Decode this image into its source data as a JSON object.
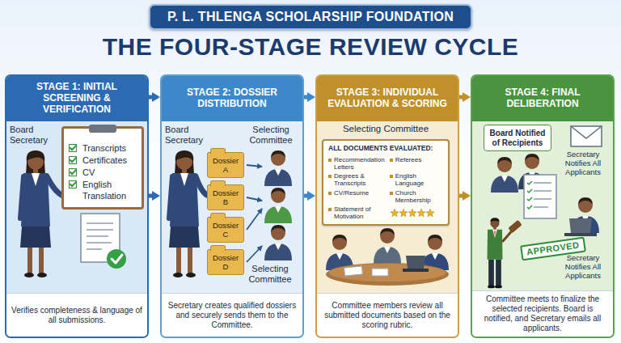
{
  "diagram": {
    "title": "THE FOUR-STAGE REVIEW CYCLE",
    "nodes": [
      {
        "text": [
          "P. L. THLENGA SCHOLARSHIP FOUNDATION"
        ]
      },
      {
        "text": [
          "STAGE 1: INITIAL SCREENING & VERIFICATION",
          "Verifies completeness & language of all submissions."
        ]
      },
      {
        "text": [
          "Transcripts",
          "Certificates",
          "CV",
          "English Translation"
        ],
        "in": 1
      },
      {
        "text": [
          "STAGE 2: DOSSIER DISTRIBUTION",
          "Secretary creates qualified dossiers and securely sends them to the Committee."
        ]
      },
      {
        "text": [
          "Dossier A"
        ],
        "in": 3
      },
      {
        "text": [
          "Dossier B"
        ],
        "in": 3
      },
      {
        "text": [
          "Dossier C"
        ],
        "in": 3
      },
      {
        "text": [
          "Dossier D"
        ],
        "in": 3
      },
      {
        "text": [
          "STAGE 3: INDIVIDUAL EVALUATION & SCORING",
          "Committee members review all submitted documents based on the scoring rubric."
        ]
      },
      {
        "text": [
          "ALL DOCUMENTS EVALUATED:",
          "Recommendation Letters",
          "Referees",
          "Degrees & Transcripts",
          "English Language",
          "CV/Resume",
          "Church Membership",
          "Statement of Motivation"
        ],
        "in": 8
      },
      {
        "text": [
          "STAGE 4: FINAL DELIBERATION",
          "Committee meets to finalize the selected recipients. Board is notified, and Secretary emails all applicants."
        ]
      },
      {
        "text": [
          "Board Notified of Recipients"
        ],
        "in": 10
      }
    ],
    "edges": [
      {
        "from": 1,
        "to": 3,
        "arrow": "to"
      },
      {
        "from": 1,
        "to": 3,
        "arrow": "to"
      },
      {
        "from": 3,
        "to": 8,
        "arrow": "to"
      },
      {
        "from": 3,
        "to": 8,
        "arrow": "to"
      },
      {
        "from": 8,
        "to": 10,
        "arrow": "to"
      },
      {
        "from": 8,
        "to": 10,
        "arrow": "to"
      }
    ],
    "labels": [
      "Board Secretary",
      "Board Secretary",
      "Selecting Committee",
      "Selecting Committee",
      "Selecting Committee",
      "Secretary Notifies All Applicants",
      "APPROVED",
      "Secretary Notifies All Applicants"
    ]
  }
}
